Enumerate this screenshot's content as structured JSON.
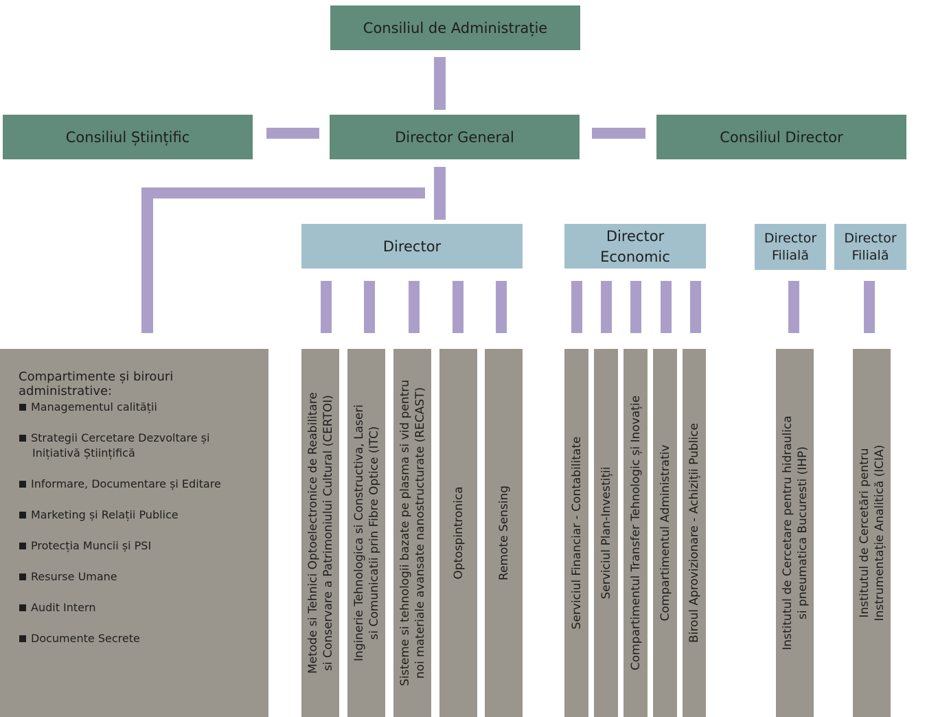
{
  "top": {
    "board": "Consiliul de Administrație",
    "scientific_council": "Consiliul Științific",
    "director_general": "Director General",
    "director_council": "Consiliul Director"
  },
  "directors": {
    "director": "Director",
    "economic_line1": "Director",
    "economic_line2": "Economic",
    "branch1_line1": "Director",
    "branch1_line2": "Filială",
    "branch2_line1": "Director",
    "branch2_line2": "Filială"
  },
  "admin": {
    "title": "Compartimente și birouri administrative:",
    "items": [
      {
        "l1": "Managementul calității",
        "l2": ""
      },
      {
        "l1": "Strategii Cercetare Dezvoltare și",
        "l2": "Inițiativă Științifică"
      },
      {
        "l1": "Informare, Documentare și Editare",
        "l2": ""
      },
      {
        "l1": "Marketing și Relații Publice",
        "l2": ""
      },
      {
        "l1": "Protecția Muncii și PSI",
        "l2": ""
      },
      {
        "l1": "Resurse Umane",
        "l2": ""
      },
      {
        "l1": "Audit Intern",
        "l2": ""
      },
      {
        "l1": "Documente Secrete",
        "l2": ""
      }
    ]
  },
  "research_units": [
    {
      "l1": "Metode si Tehnici Optoelectronice de Reabilitare",
      "l2": "si Conservare a Patrimoniului Cultural (CERTOI)"
    },
    {
      "l1": "Inginerie Tehnologica si Constructiva, Laseri",
      "l2": "si Comunicatii prin Fibre Optice (ITC)"
    },
    {
      "l1": "Sisteme si tehnologii bazate pe plasma si vid pentru",
      "l2": "noi materiale avansate nanostructurate (RECAST)"
    },
    {
      "l1": "Optospintronica",
      "l2": ""
    },
    {
      "l1": "Remote Sensing",
      "l2": ""
    }
  ],
  "economic_units": [
    {
      "l1": "Serviciul Financiar - Contabilitate",
      "l2": ""
    },
    {
      "l1": "Serviciul Plan-Investiții",
      "l2": ""
    },
    {
      "l1": "Compartimentul Transfer Tehnologic și Inovație",
      "l2": ""
    },
    {
      "l1": "Compartimentul Administrativ",
      "l2": ""
    },
    {
      "l1": "Biroul Aprovizionare - Achiziții Publice",
      "l2": ""
    }
  ],
  "branches": [
    {
      "l1": "Institutul de Cercetare pentru hidraulica",
      "l2": "si pneumatica Bucuresti (IHP)"
    },
    {
      "l1": "Institutul de Cercetări pentru",
      "l2": "Instrumentație Analitică (ICIA)"
    }
  ]
}
